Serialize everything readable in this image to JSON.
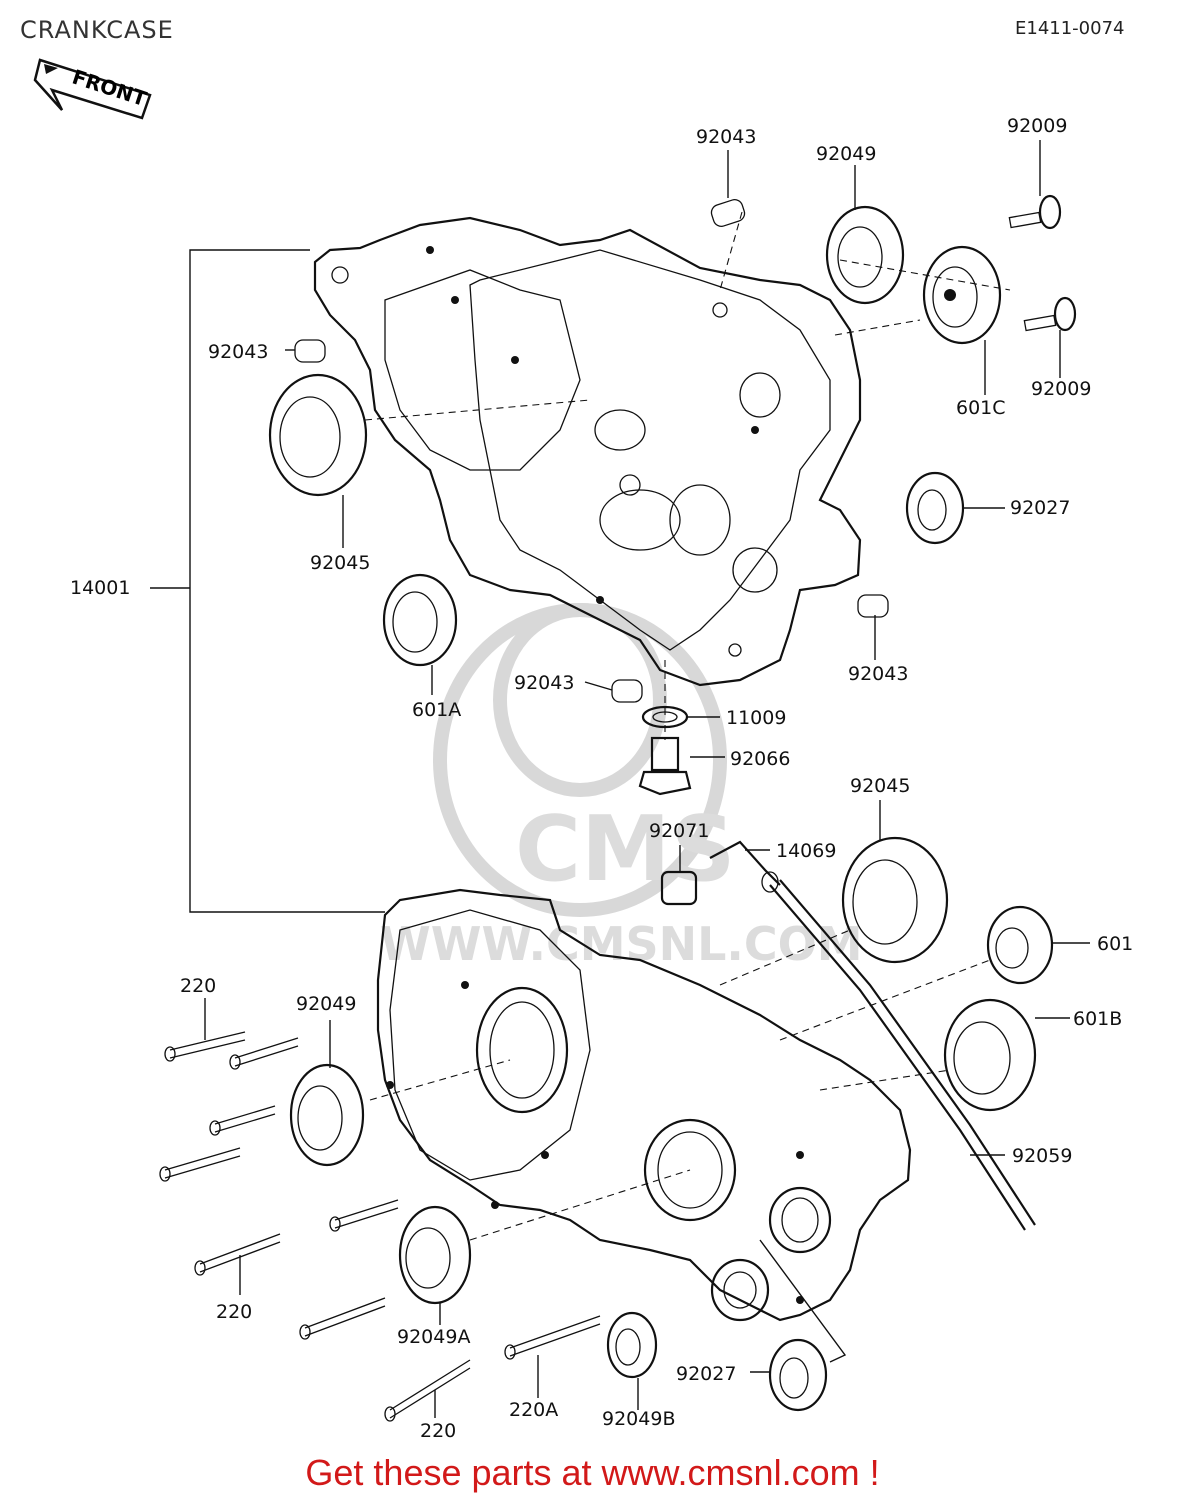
{
  "header": {
    "title": "CRANKCASE",
    "code": "E1411-0074",
    "front_label": "FRONT"
  },
  "watermark": {
    "logo": "CMS",
    "url": "WWW.CMSNL.COM"
  },
  "parts": {
    "p92043_top": "92043",
    "p92049_top": "92049",
    "p92009_top": "92009",
    "p92043_left": "92043",
    "p601C": "601C",
    "p92009_right": "92009",
    "p92027_top": "92027",
    "p92045_left": "92045",
    "p14001": "14001",
    "p92043_right": "92043",
    "p601A": "601A",
    "p92043_mid": "92043",
    "p11009": "11009",
    "p92066": "92066",
    "p92045_right": "92045",
    "p92071": "92071",
    "p14069": "14069",
    "p601": "601",
    "p220_a": "220",
    "p92049_left": "92049",
    "p601B": "601B",
    "p92059": "92059",
    "p220_b": "220",
    "p92049A": "92049A",
    "p92027_bottom": "92027",
    "p220_c": "220",
    "p220A": "220A",
    "p92049B": "92049B"
  },
  "footer": {
    "text": "Get these parts at www.cmsnl.com !"
  },
  "colors": {
    "footer": "#d21919",
    "line": "#111111",
    "watermark": "#dcdcdc"
  }
}
